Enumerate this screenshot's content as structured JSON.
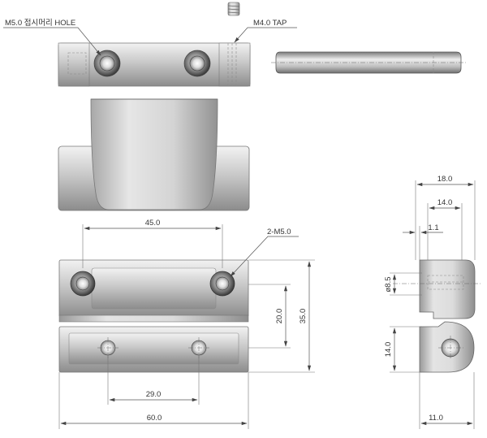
{
  "labels": {
    "hole_callout": "M5.0 접시머리 HOLE",
    "tap_callout": "M4.0 TAP",
    "mount_holes": "2-M5.0"
  },
  "dimensions": {
    "hole_pitch_top": "45.0",
    "height_total": "35.0",
    "height_part": "20.0",
    "hole_pitch_bottom": "29.0",
    "width_total": "60.0",
    "side_width": "18.0",
    "side_inner": "14.0",
    "side_offset": "1.1",
    "pin_diameter": "ø8.5",
    "side_lower": "14.0",
    "side_bottom": "11.0"
  }
}
